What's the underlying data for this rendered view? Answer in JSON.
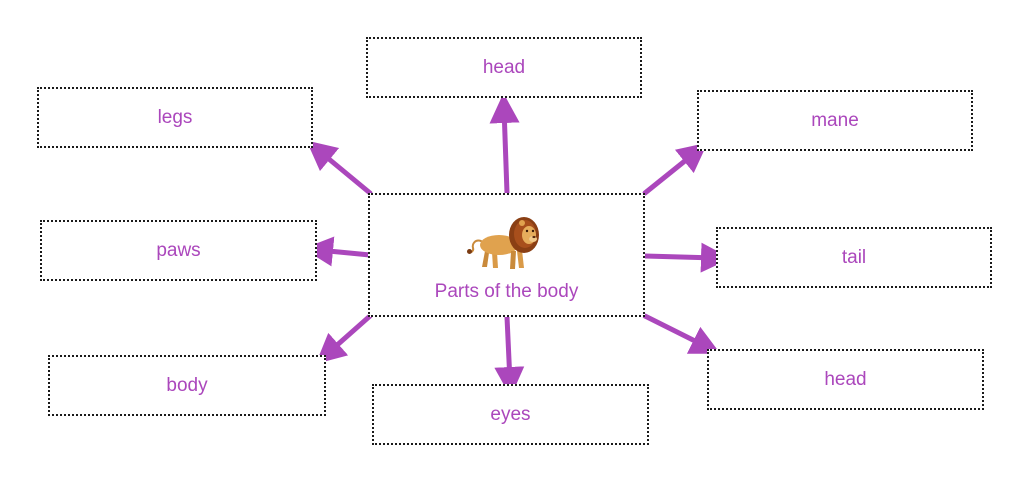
{
  "colors": {
    "accent": "#ab47bc",
    "border": "#1a1a1a"
  },
  "center": {
    "label": "Parts of the body",
    "icon": "lion-icon"
  },
  "nodes": {
    "top": "head",
    "top_left": "legs",
    "top_right": "mane",
    "left": "paws",
    "right": "tail",
    "bottom_left": "body",
    "bottom": "eyes",
    "bottom_right": "head"
  }
}
